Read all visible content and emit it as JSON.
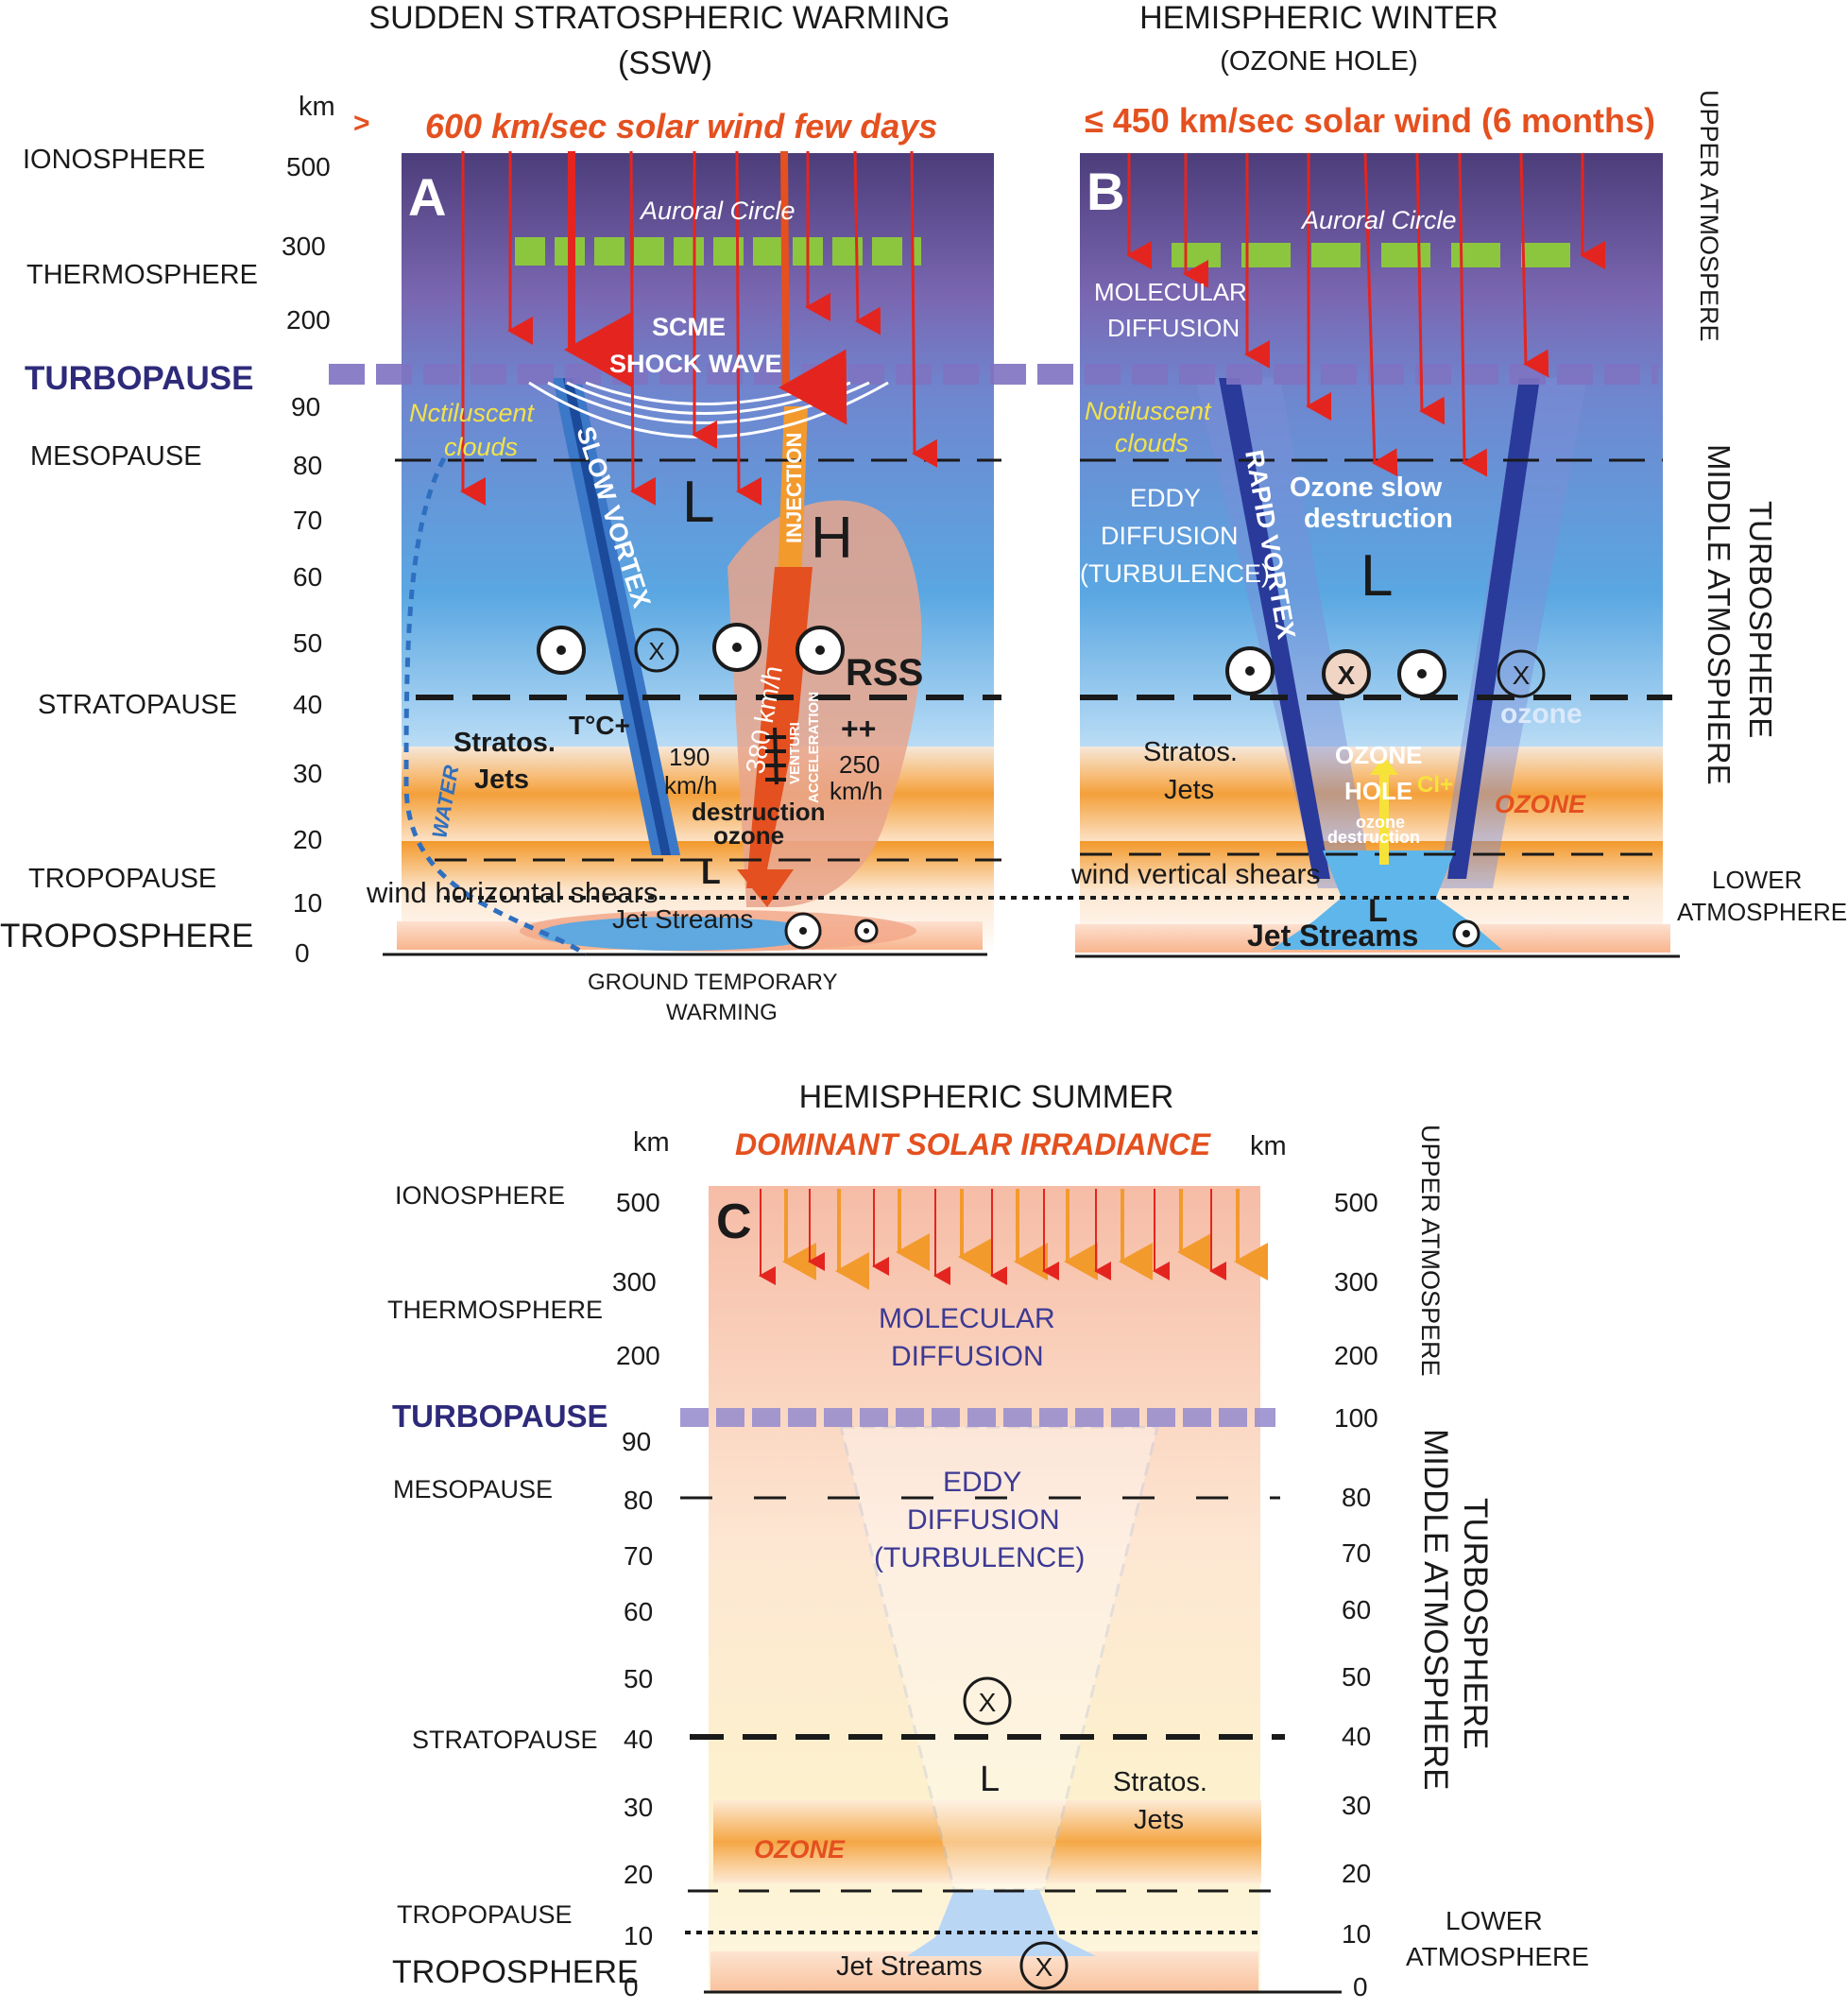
{
  "panel_a": {
    "title_line1": "SUDDEN STRATOSPHERIC WARMING",
    "title_line2": "(SSW)",
    "letter": "A",
    "km_label": "km",
    "arrow_glyph": ">",
    "solar_wind": "600 km/sec solar wind few days",
    "auroral_circle": "Auroral Circle",
    "scme": "SCME",
    "shock_wave": "SHOCK WAVE",
    "noctilucent_1": "Nctiluscent",
    "noctilucent_2": "clouds",
    "slow_vortex": "SLOW VORTEX",
    "injection": "INJECTION",
    "low": "L",
    "high": "H",
    "rss": "RSS",
    "temp_plus": "T°C+",
    "stratos_1": "Stratos.",
    "stratos_2": "Jets",
    "speed_190_1": "190",
    "speed_190_2": "km/h",
    "speed_380": "380 km/h",
    "venturi_1": "VENTURI",
    "venturi_2": "ACCELERATION",
    "plus_plus": "++",
    "speed_250_1": "250",
    "speed_250_2": "km/h",
    "destruction": "destruction",
    "ozone": "ozone",
    "water": "WATER",
    "low_tropo": "L",
    "wind_shears": "wind horizontal shears",
    "jet_streams": "Jet Streams",
    "ground_1": "GROUND TEMPORARY",
    "ground_2": "WARMING",
    "x_mark": "X"
  },
  "panel_b": {
    "title_line1": "HEMISPHERIC WINTER",
    "title_line2": "(OZONE HOLE)",
    "letter": "B",
    "solar_wind": "≤ 450 km/sec solar wind (6 months)",
    "auroral_circle": "Auroral Circle",
    "molecular_1": "MOLECULAR",
    "molecular_2": "DIFFUSION",
    "noctilucent_1": "Notiluscent",
    "noctilucent_2": "clouds",
    "eddy_1": "EDDY",
    "eddy_2": "DIFFUSION",
    "eddy_3": "(TURBULENCE)",
    "rapid_vortex": "RAPID VORTEX",
    "ozone_slow_1": "Ozone slow",
    "ozone_slow_2": "destruction",
    "low": "L",
    "ozone_small": "ozone",
    "stratos_1": "Stratos.",
    "stratos_2": "Jets",
    "ozone_hole_1": "OZONE",
    "ozone_hole_2": "HOLE",
    "cl_plus": "Cl+",
    "ozone_destr_1": "ozone",
    "ozone_destr_2": "destruction",
    "ozone_band": "OZONE",
    "wind_shears": "wind vertical shears",
    "low_tropo": "L",
    "jet_streams": "Jet Streams",
    "x_mark": "X"
  },
  "panel_c": {
    "title": "HEMISPHERIC SUMMER",
    "letter": "C",
    "km_left": "km",
    "km_right": "km",
    "solar": "DOMINANT SOLAR IRRADIANCE",
    "molecular_1": "MOLECULAR",
    "molecular_2": "DIFFUSION",
    "eddy_1": "EDDY",
    "eddy_2": "DIFFUSION",
    "eddy_3": "(TURBULENCE)",
    "low": "L",
    "stratos_1": "Stratos.",
    "stratos_2": "Jets",
    "ozone_band": "OZONE",
    "jet_streams": "Jet Streams",
    "x_mark": "X"
  },
  "top_layers": {
    "ionosphere": "IONOSPHERE",
    "thermosphere": "THERMOSPHERE",
    "turbopause": "TURBOPAUSE",
    "mesopause": "MESOPAUSE",
    "stratopause": "STRATOPAUSE",
    "tropopause": "TROPOPAUSE",
    "troposphere": "TROPOSPHERE"
  },
  "bottom_layers": {
    "ionosphere": "IONOSPHERE",
    "thermosphere": "THERMOSPHERE",
    "turbopause": "TURBOPAUSE",
    "mesopause": "MESOPAUSE",
    "stratopause": "STRATOPAUSE",
    "tropopause": "TROPOPAUSE",
    "troposphere": "TROPOSPHERE"
  },
  "top_ticks": [
    "500",
    "300",
    "200",
    "90",
    "80",
    "70",
    "60",
    "50",
    "40",
    "30",
    "20",
    "10",
    "0"
  ],
  "bottom_left_ticks": [
    "500",
    "300",
    "200",
    "90",
    "80",
    "70",
    "60",
    "50",
    "40",
    "30",
    "20",
    "10",
    "0"
  ],
  "bottom_right_ticks": [
    "500",
    "300",
    "200",
    "100",
    "80",
    "70",
    "60",
    "50",
    "40",
    "30",
    "20",
    "10",
    "0"
  ],
  "top_right_labels": {
    "upper_atmosphere": "UPPER ATMOSPERE",
    "turbosphere": "TURBOSPHERE",
    "middle_atmosphere": "MIDDLE ATMOSPHERE",
    "lower_1": "LOWER",
    "lower_2": "ATMOSPHERE"
  },
  "bottom_right_labels": {
    "upper_atmosphere": "UPPER ATMOSPERE",
    "turbosphere": "TURBOSPHERE",
    "middle_atmosphere": "MIDDLE ATMOSPHERE",
    "lower_1": "LOWER",
    "lower_2": "ATMOSPHERE"
  },
  "colors": {
    "solar_wind": "#e4501f",
    "turbopause": "#2e2a7a",
    "auroral_green": "#8cc63f",
    "vortex_blue": "#2a3a9a",
    "ozone_orange": "#f39a2d"
  }
}
